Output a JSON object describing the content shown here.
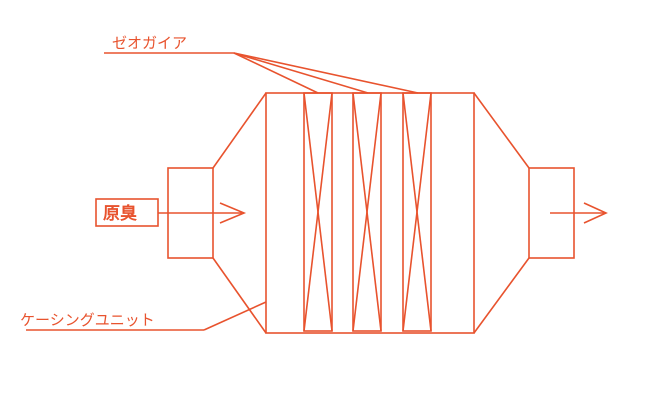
{
  "labels": {
    "zeolite": "ゼオガイア",
    "raw_odor": "原臭",
    "casing_unit": "ケーシングユニット"
  },
  "colors": {
    "line": "#e8532e",
    "background": "#ffffff"
  }
}
